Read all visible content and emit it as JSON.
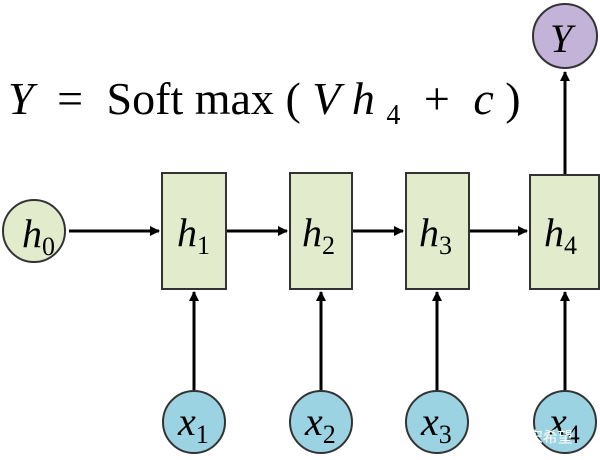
{
  "equation": {
    "lhs": "Y",
    "equals": "=",
    "func": "Soft max",
    "open": "(",
    "v": "V",
    "h": "h",
    "sub": "4",
    "plus": "+",
    "c": "c",
    "close": ")"
  },
  "initial_state": {
    "main": "h",
    "sub": "0"
  },
  "hidden_states": [
    {
      "main": "h",
      "sub": "1"
    },
    {
      "main": "h",
      "sub": "2"
    },
    {
      "main": "h",
      "sub": "3"
    },
    {
      "main": "h",
      "sub": "4"
    }
  ],
  "inputs": [
    {
      "main": "x",
      "sub": "1"
    },
    {
      "main": "x",
      "sub": "2"
    },
    {
      "main": "x",
      "sub": "3"
    },
    {
      "main": "x",
      "sub": "4"
    }
  ],
  "output": {
    "main": "Y"
  },
  "watermark": "知乎 @宋希望",
  "colors": {
    "hidden_fill": "#e3ebcd",
    "initial_fill": "#e3ebcd",
    "input_fill": "#9cd3e3",
    "output_fill": "#c3b3d8",
    "stroke": "#333333",
    "arrow": "#000000"
  }
}
